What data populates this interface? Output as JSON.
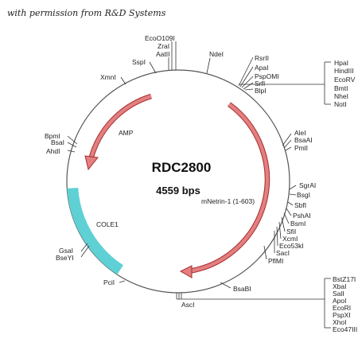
{
  "credit": "with permission from R&D Systems",
  "plasmid": {
    "name": "RDC2800",
    "size": "4559 bps"
  },
  "features": {
    "amp": {
      "label": "AMP",
      "color": "#e0575b"
    },
    "insert": {
      "label": "mNetrin-1 (1-603)",
      "color": "#e0575b"
    },
    "ori": {
      "label": "COLE1",
      "color": "#5fd0d4"
    }
  },
  "sites": {
    "top_left": [
      "EcoO109I",
      "ZraI",
      "AatII",
      "SspI",
      "XmnI",
      "NdeI"
    ],
    "top_right": [
      "RsrII",
      "ApaI",
      "PspOMI",
      "SrfI",
      "BlpI"
    ],
    "mcs_top": [
      "HpaI",
      "HindIII",
      "EcoRV",
      "BmtI",
      "NheI",
      "NotI"
    ],
    "right_upper": [
      "AleI",
      "BsaAI",
      "PmlI"
    ],
    "right_lower": [
      "SgrAI",
      "BsgI",
      "SbfI",
      "PshAI",
      "BsmI",
      "SfiI",
      "XcmI",
      "Eco53kI",
      "SacI",
      "PflMI"
    ],
    "bottom": [
      "BsaBI",
      "AscI",
      "PciI"
    ],
    "mcs_bottom": [
      "BstZ17I",
      "XbaI",
      "SalI",
      "ApoI",
      "EcoRI",
      "PspXI",
      "XhoI",
      "Eco47III"
    ],
    "left": [
      "BpmI",
      "BsaI",
      "AhdI",
      "GsaI",
      "BseYI"
    ]
  }
}
